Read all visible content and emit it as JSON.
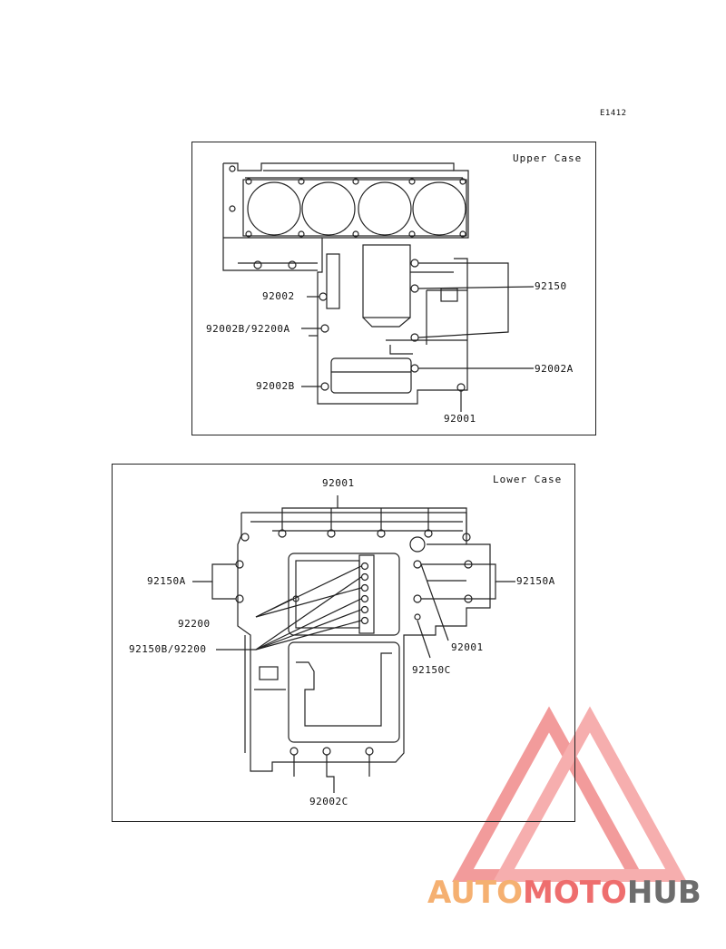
{
  "doc_code": "E1412",
  "upper": {
    "title": "Upper Case",
    "labels": {
      "p92150": "92150",
      "p92002": "92002",
      "p92002B_92200A": "92002B/92200A",
      "p92002A": "92002A",
      "p92002B": "92002B",
      "p92001": "92001"
    }
  },
  "lower": {
    "title": "Lower Case",
    "labels": {
      "p92001_top": "92001",
      "p92150A_left": "92150A",
      "p92150A_right": "92150A",
      "p92200": "92200",
      "p92150B_92200": "92150B/92200",
      "p92001_right": "92001",
      "p92150C": "92150C",
      "p92002C": "92002C"
    }
  },
  "watermark": {
    "part1": "AUTO",
    "part2": "MOTO",
    "part3": "HUB",
    "colors": {
      "orange": "#f5b071",
      "red": "#ee6e6e",
      "gray": "#6d6d6d"
    }
  }
}
